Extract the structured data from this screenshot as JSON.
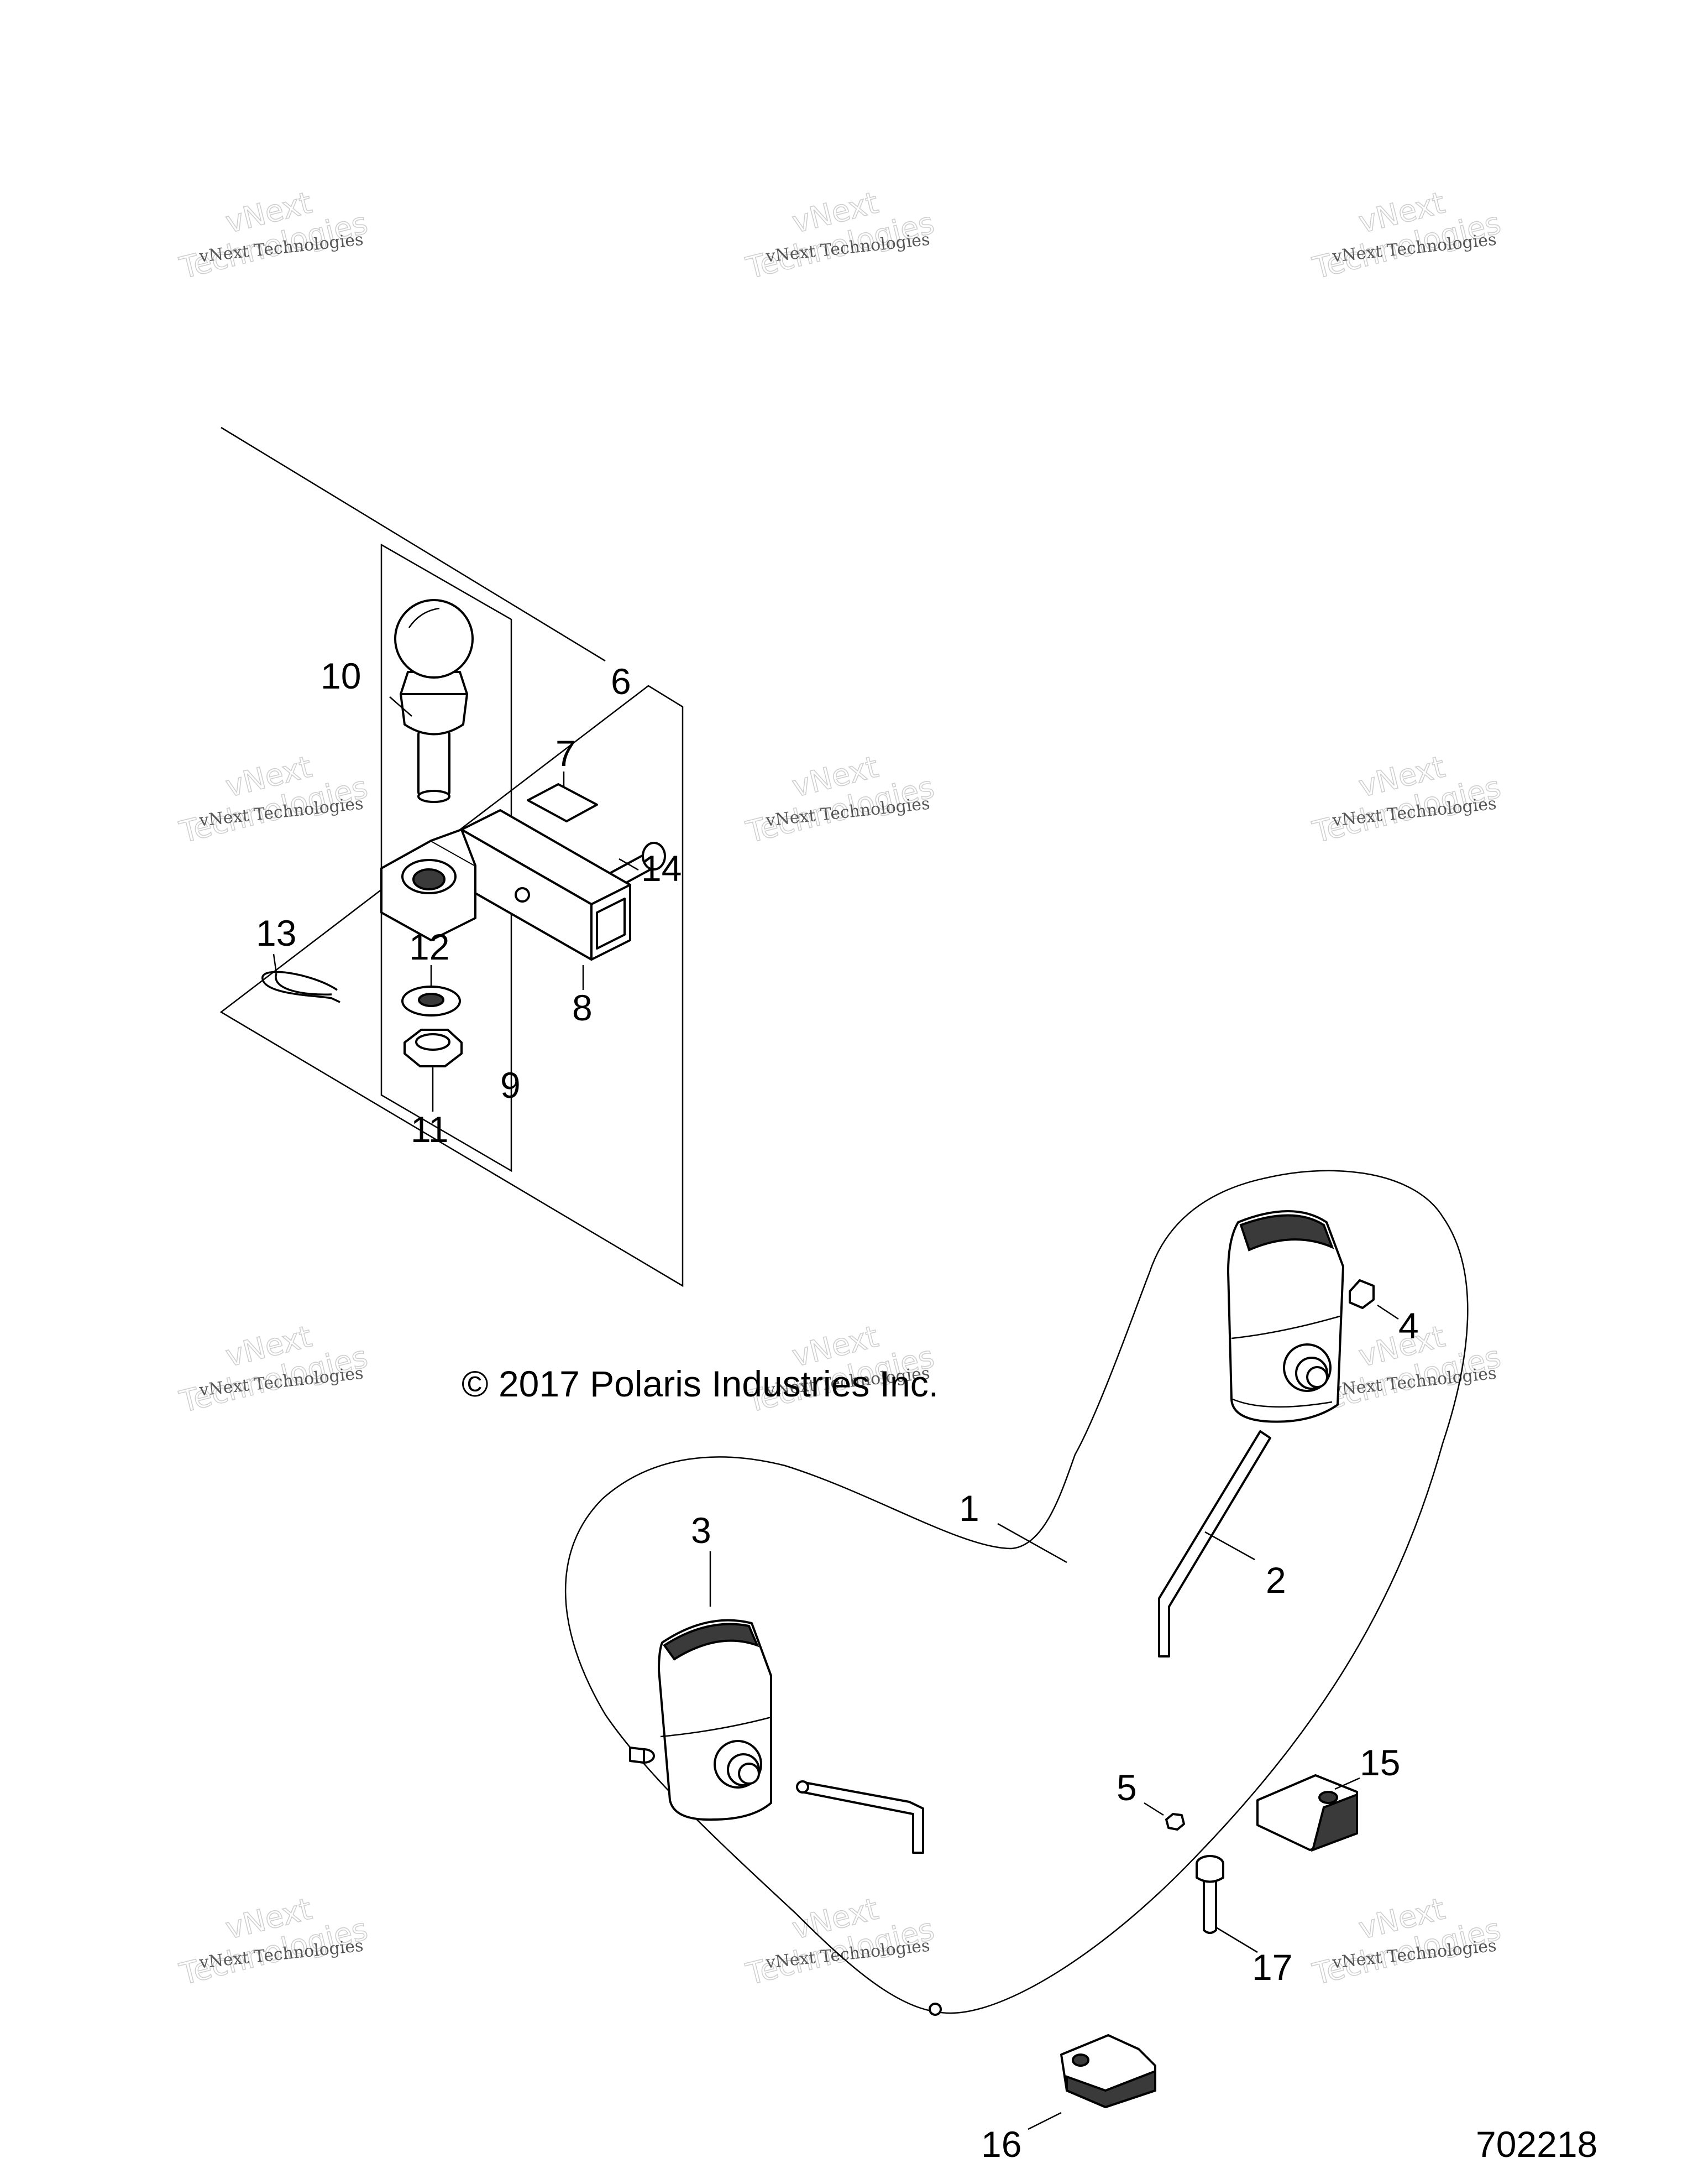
{
  "copyright": "© 2017 Polaris Industries Inc.",
  "diagram_id": "702218",
  "watermark": {
    "line1": "vNext Technologies",
    "big_line1": "vNext",
    "big_line2": "Technologies"
  },
  "callouts": [
    "1",
    "2",
    "3",
    "4",
    "5",
    "6",
    "7",
    "8",
    "9",
    "10",
    "11",
    "12",
    "13",
    "14",
    "15",
    "16",
    "17"
  ]
}
